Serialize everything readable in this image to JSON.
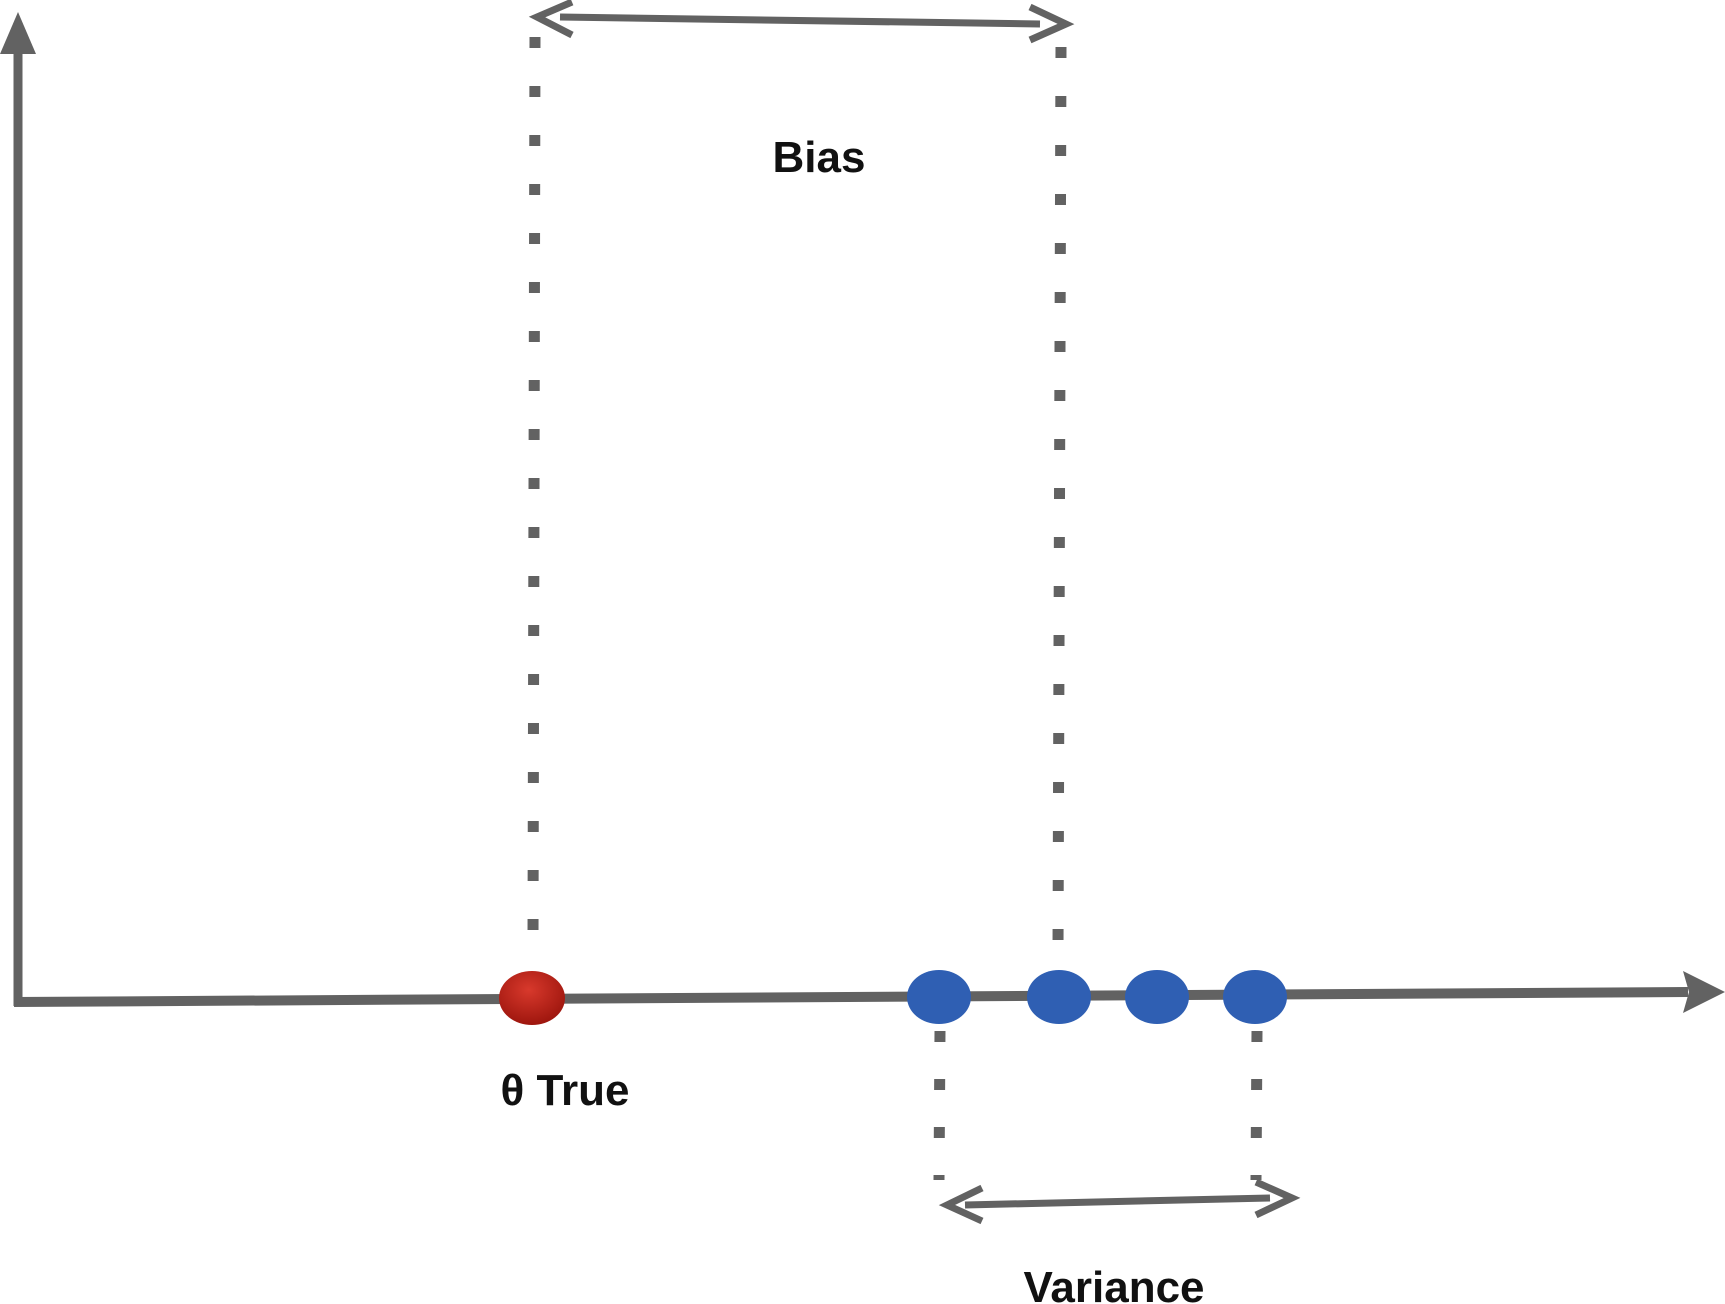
{
  "labels": {
    "bias": "Bias",
    "theta_true": "θ True",
    "variance": "Variance"
  },
  "colors": {
    "axis": "#626262",
    "guide": "#626262",
    "true_point": "#c0241a",
    "estimate_point": "#2f5fb3",
    "text": "#111111"
  }
}
